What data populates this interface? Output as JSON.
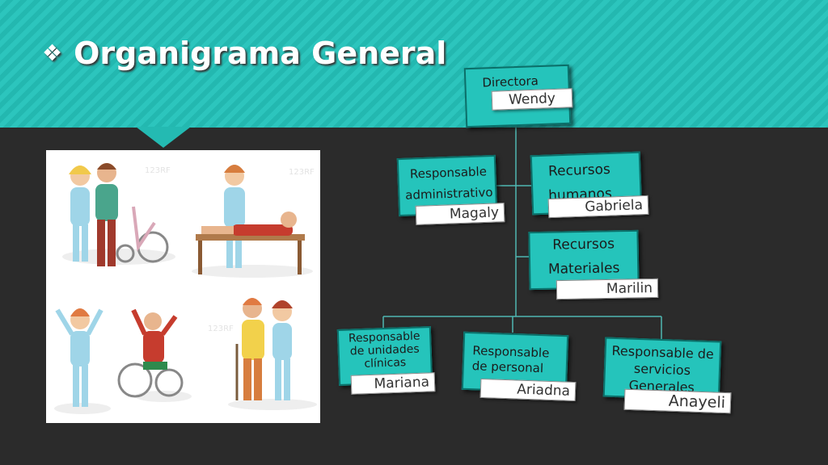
{
  "slide": {
    "title": "Organigrama General",
    "bullet": "❖"
  },
  "photo": {
    "watermark": "123RF",
    "icon": "wheelchair-rehabilitation-illustration"
  },
  "org": {
    "director": {
      "role": "Directora",
      "name": "Wendy"
    },
    "admin": {
      "role": "Responsable administrativo",
      "name": "Magaly"
    },
    "hr": {
      "role": "Recursos humanos",
      "name": "Gabriela"
    },
    "materials": {
      "role": "Recursos Materiales",
      "name": "Marilin"
    },
    "clinical": {
      "role": "Responsable de unidades clínicas",
      "name": "Mariana"
    },
    "personnel": {
      "role": "Responsable de personal",
      "name": "Ariadna"
    },
    "general_services": {
      "role": "Responsable de servicios Generales",
      "name": "Anayeli"
    }
  },
  "colors": {
    "header": "#2cc5bd",
    "box": "#25c4bb",
    "background": "#2b2b2b",
    "connector": "#4fb8b2"
  }
}
